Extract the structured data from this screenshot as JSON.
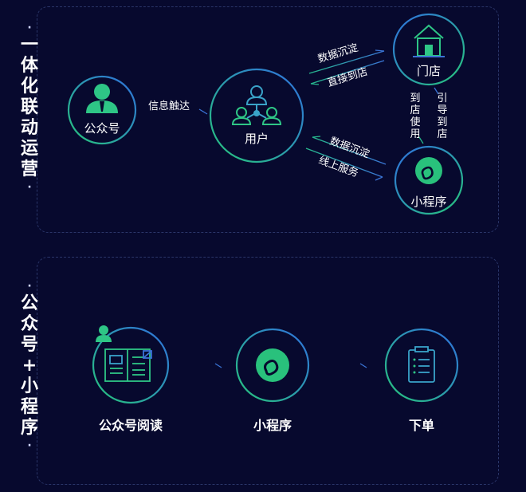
{
  "top": {
    "side_label_chars": [
      "一",
      "体",
      "化",
      "联",
      "动",
      "运",
      "营"
    ],
    "nodes": {
      "gzh": "公众号",
      "user": "用户",
      "store": "门店",
      "mini": "小程序"
    },
    "edges": {
      "info_reach": "信息触达",
      "data_deposit_1": "数据沉淀",
      "direct_to_store": "直接到店",
      "data_deposit_2": "数据沉淀",
      "online_service": "线上服务",
      "to_store_use": [
        "到",
        "店",
        "使",
        "用"
      ],
      "guide_to_store": [
        "引",
        "导",
        "到",
        "店"
      ]
    }
  },
  "bottom": {
    "side_label_chars": [
      "公",
      "众",
      "号",
      "+",
      "小",
      "程",
      "序"
    ],
    "steps": [
      "公众号阅读",
      "小程序",
      "下单"
    ]
  },
  "colors": {
    "bg": "#07092e",
    "ring_green": "#27c67a",
    "ring_blue": "#2f6fe0",
    "dashed": "#2a3568"
  }
}
